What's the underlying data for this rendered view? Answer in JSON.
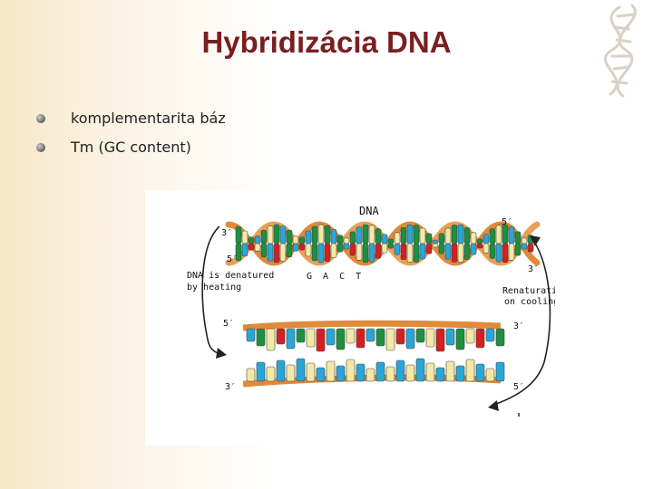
{
  "slide": {
    "title": "Hybridizácia DNA",
    "bullets": [
      "komplementarita báz",
      "Tm (GC content)"
    ]
  },
  "figure": {
    "dna_label": "DNA",
    "end_labels": {
      "top_left_3": "3′",
      "top_left_5": "5′",
      "top_right_5": "5′",
      "top_right_3": "3′",
      "mid_left_5": "5′",
      "mid_right_3": "3′",
      "bot_left_3": "3′",
      "bot_right_5": "5′"
    },
    "bases_label": "G A C T",
    "denature_label_1": "DNA is denatured",
    "denature_label_2": "by heating",
    "renature_label_1": "Renaturation",
    "renature_label_2": "on cooling",
    "base_colors": [
      "#1e8f3e",
      "#2aa6d6",
      "#d42020",
      "#f2e9a6"
    ],
    "strand_color": "#e08a3a"
  }
}
